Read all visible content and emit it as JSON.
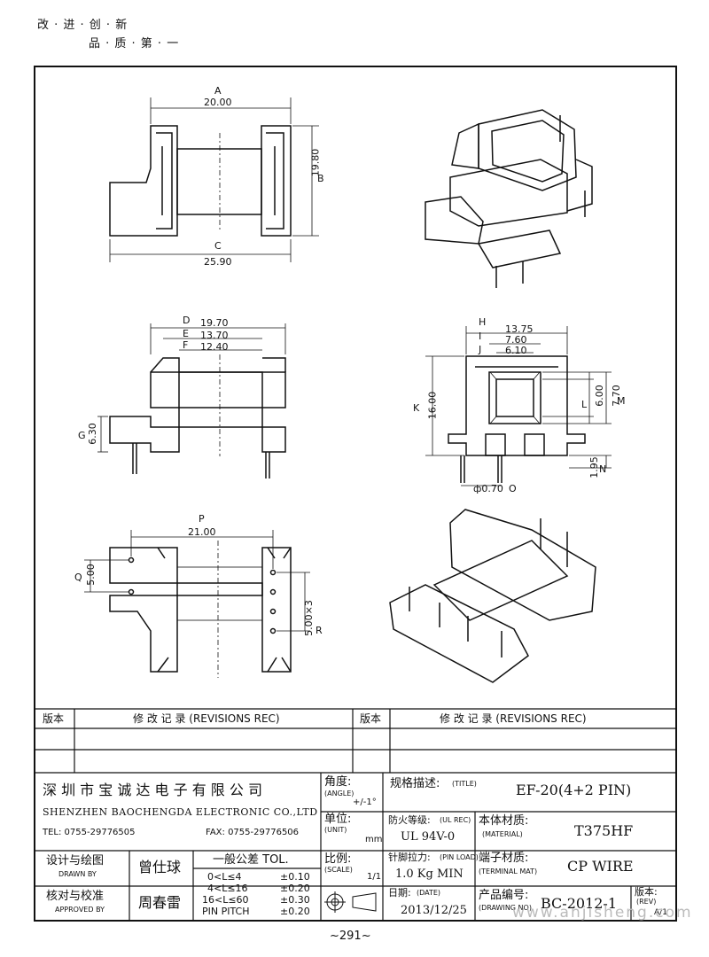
{
  "header": {
    "line1": "改 · 进 · 创 · 新",
    "line2": "品 · 质 · 第 · 一"
  },
  "dims": {
    "A": "A",
    "a_val": "20.00",
    "B": "B",
    "b_val": "19.80",
    "C": "C",
    "c_val": "25.90",
    "D": "D",
    "d_val": "19.70",
    "E": "E",
    "e_val": "13.70",
    "F": "F",
    "f_val": "12.40",
    "G": "G",
    "g_val": "6.30",
    "H": "H",
    "h_val": "13.75",
    "I": "I",
    "i_val": "7.60",
    "J": "J",
    "j_val": "6.10",
    "K": "K",
    "k_val": "16.00",
    "L": "L",
    "l_val": "6.00",
    "M": "M",
    "m_val": "7.70",
    "N": "N",
    "n_val": "1.95",
    "O": "O",
    "o_val": "ф0.70",
    "P": "P",
    "p_val": "21.00",
    "Q": "Q",
    "q_val": "5.00",
    "R": "R",
    "r_val": "5.00×3"
  },
  "revisions": {
    "col1": "版本",
    "col2": "修 改 记 录  (REVISIONS REC)",
    "col3": "版本",
    "col4": "修 改 记 录  (REVISIONS REC)"
  },
  "company": {
    "name_cn": "深 圳 市 宝 诚 达 电 子 有 限 公 司",
    "name_en": "SHENZHEN BAOCHENGDA ELECTRONIC CO.,LTD",
    "tel": "TEL: 0755-29776505",
    "fax": "FAX: 0755-29776506"
  },
  "angle": {
    "label": "角度:",
    "sub": "(ANGLE)",
    "value": "+/-1°"
  },
  "unit": {
    "label": "单位:",
    "sub": "(UNIT)",
    "value": "mm"
  },
  "scale": {
    "label": "比例:",
    "sub": "(SCALE)",
    "value": "1/1"
  },
  "title": {
    "label": "规格描述:",
    "sub": "(TITLE)",
    "value": "EF-20(4+2 PIN)"
  },
  "ul": {
    "label": "防火等级:",
    "sub": "(UL REC)",
    "value": "UL 94V-0"
  },
  "material": {
    "label": "本体材质:",
    "sub": "(MATERIAL)",
    "value": "T375HF"
  },
  "pinload": {
    "label": "针脚拉力:",
    "sub": "(PIN LOAD)",
    "value": "1.0 Kg MIN"
  },
  "terminal": {
    "label": "端子材质:",
    "sub": "(TERMINAL MAT)",
    "value": "CP WIRE"
  },
  "date": {
    "label": "日期:",
    "sub": "(DATE)",
    "value": "2013/12/25"
  },
  "drawing": {
    "label": "产品编号:",
    "sub": "(DRAWING NO)",
    "value": "BC-2012-1"
  },
  "rev": {
    "label": "版本:",
    "sub": "(REV)",
    "value": "A/1"
  },
  "drawn": {
    "label": "设计与绘图",
    "sub": "DRAWN BY",
    "name": "曾仕球"
  },
  "approved": {
    "label": "核对与校准",
    "sub": "APPROVED BY",
    "name": "周春雷"
  },
  "tolerance": {
    "title": "一般公差 TOL.",
    "rows": [
      {
        "range": "0<L≤4",
        "tol": "±0.10"
      },
      {
        "range": "4<L≤16",
        "tol": "±0.20"
      },
      {
        "range": "16<L≤60",
        "tol": "±0.30"
      },
      {
        "range": "PIN PITCH",
        "tol": "±0.20"
      }
    ]
  },
  "page": "~291~",
  "watermark": "www.anjisheng.com"
}
